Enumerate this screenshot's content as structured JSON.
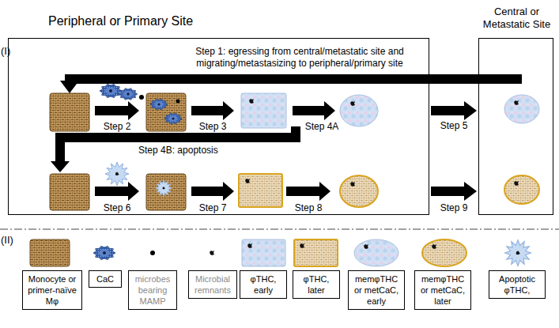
{
  "diagram": {
    "nodes": [
      {
        "text": [
          "Peripheral or Primary Site"
        ]
      },
      {
        "text": [
          "Central or Metastatic Site"
        ]
      }
    ],
    "edges": [
      {
        "from": 1,
        "to": 0,
        "label": "Step 1: egressing from central/metastatic site and migrating/metastasizing to peripheral/primary site",
        "arrow": "to"
      },
      {
        "from": 0,
        "to": 1,
        "label": "Step 5",
        "arrow": "to"
      },
      {
        "from": 0,
        "to": 1,
        "label": "Step 9",
        "arrow": "to"
      }
    ],
    "labels": [
      "(I)",
      "Step 2",
      "Step 3",
      "Step 4A",
      "Step 4B: apoptosis",
      "Step 6",
      "Step 7",
      "Step 8",
      "(II)"
    ],
    "legend": [
      {
        "text": "Monocyte or primer-naïve Mφ"
      },
      {
        "text": "CaC"
      },
      {
        "text": "microbes bearing MAMP"
      },
      {
        "text": "Microbial remnants"
      },
      {
        "text": "φTHC, early"
      },
      {
        "text": "φTHC, later"
      },
      {
        "text": "memφTHC or metCaC, early"
      },
      {
        "text": "memφTHC or metCaC, later"
      },
      {
        "text": "Apoptotic φTHC,"
      }
    ]
  }
}
